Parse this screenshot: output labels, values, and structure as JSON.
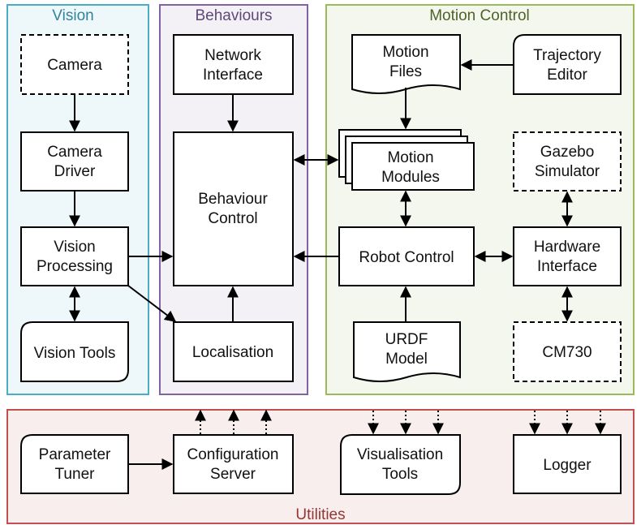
{
  "groups": {
    "vision": {
      "title": "Vision",
      "color": "#4bacc6",
      "fill": "#eef7fa"
    },
    "behaviours": {
      "title": "Behaviours",
      "color": "#8064a2",
      "fill": "#f3f0f6"
    },
    "motion": {
      "title": "Motion Control",
      "color": "#9bbb59",
      "fill": "#f4f7ee"
    },
    "utilities": {
      "title": "Utilities",
      "color": "#c0504d",
      "fill": "#f9eeee"
    }
  },
  "nodes": {
    "camera": {
      "line1": "Camera",
      "line2": ""
    },
    "camera_driver": {
      "line1": "Camera",
      "line2": "Driver"
    },
    "vision_processing": {
      "line1": "Vision",
      "line2": "Processing"
    },
    "vision_tools": {
      "line1": "Vision Tools",
      "line2": ""
    },
    "network_interface": {
      "line1": "Network",
      "line2": "Interface"
    },
    "behaviour_control": {
      "line1": "Behaviour",
      "line2": "Control"
    },
    "localisation": {
      "line1": "Localisation",
      "line2": ""
    },
    "motion_files": {
      "line1": "Motion",
      "line2": "Files"
    },
    "trajectory_editor": {
      "line1": "Trajectory",
      "line2": "Editor"
    },
    "motion_modules": {
      "line1": "Motion",
      "line2": "Modules"
    },
    "gazebo_simulator": {
      "line1": "Gazebo",
      "line2": "Simulator"
    },
    "robot_control": {
      "line1": "Robot Control",
      "line2": ""
    },
    "hardware_interface": {
      "line1": "Hardware",
      "line2": "Interface"
    },
    "urdf_model": {
      "line1": "URDF",
      "line2": "Model"
    },
    "cm730": {
      "line1": "CM730",
      "line2": ""
    },
    "parameter_tuner": {
      "line1": "Parameter",
      "line2": "Tuner"
    },
    "configuration_server": {
      "line1": "Configuration",
      "line2": "Server"
    },
    "visualisation_tools": {
      "line1": "Visualisation",
      "line2": "Tools"
    },
    "logger": {
      "line1": "Logger",
      "line2": ""
    }
  }
}
